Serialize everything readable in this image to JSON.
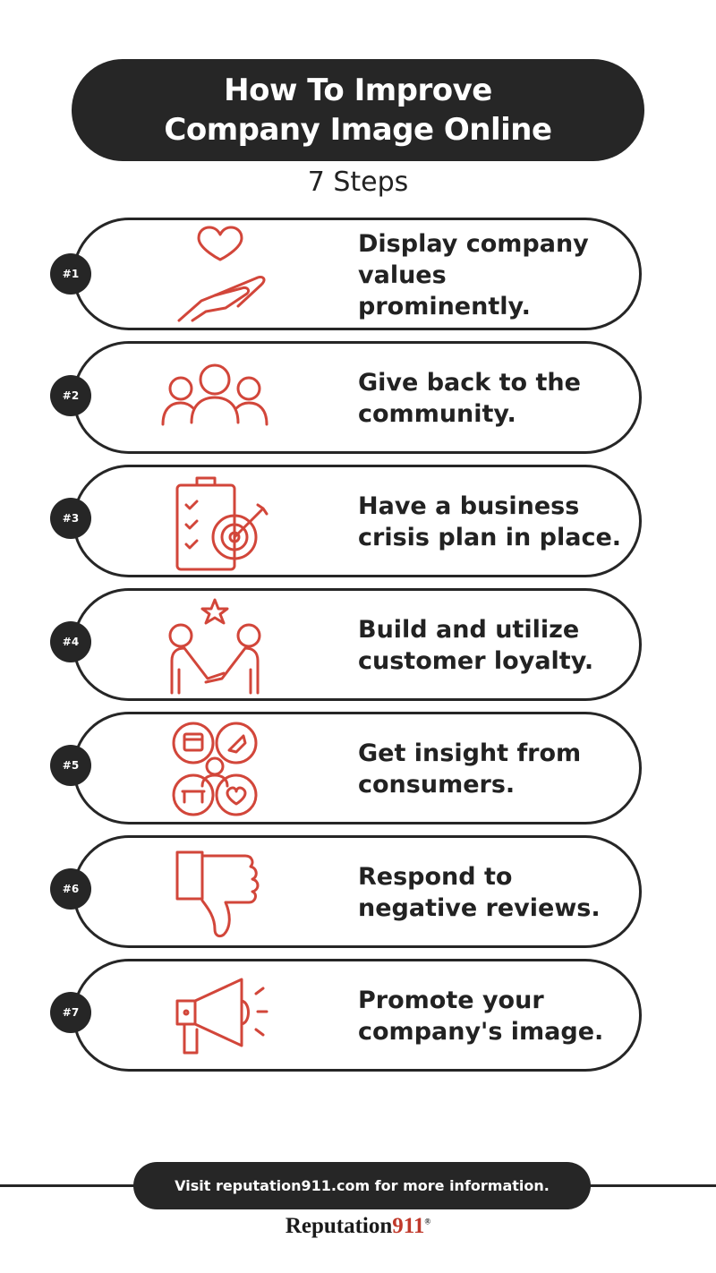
{
  "header": {
    "title_line1": "How To Improve",
    "title_line2": "Company Image Online",
    "subtitle": "7 Steps"
  },
  "steps": [
    {
      "badge": "#1",
      "text": "Display company values prominently.",
      "icon": "heart-hand-icon"
    },
    {
      "badge": "#2",
      "text": "Give back to the community.",
      "icon": "community-group-icon"
    },
    {
      "badge": "#3",
      "text": "Have a business crisis plan in place.",
      "icon": "clipboard-target-icon"
    },
    {
      "badge": "#4",
      "text": "Build and utilize customer loyalty.",
      "icon": "handshake-star-icon"
    },
    {
      "badge": "#5",
      "text": "Get insight from consumers.",
      "icon": "consumer-insight-icon"
    },
    {
      "badge": "#6",
      "text": "Respond to negative reviews.",
      "icon": "thumbs-down-icon"
    },
    {
      "badge": "#7",
      "text": "Promote your company's image.",
      "icon": "megaphone-icon"
    }
  ],
  "footer": {
    "cta": "Visit reputation911.com for more information.",
    "logo_word": "Reputation",
    "logo_num": "911",
    "logo_mark": "®"
  },
  "colors": {
    "dark": "#262626",
    "accent": "#d2463a",
    "background": "#ffffff"
  }
}
